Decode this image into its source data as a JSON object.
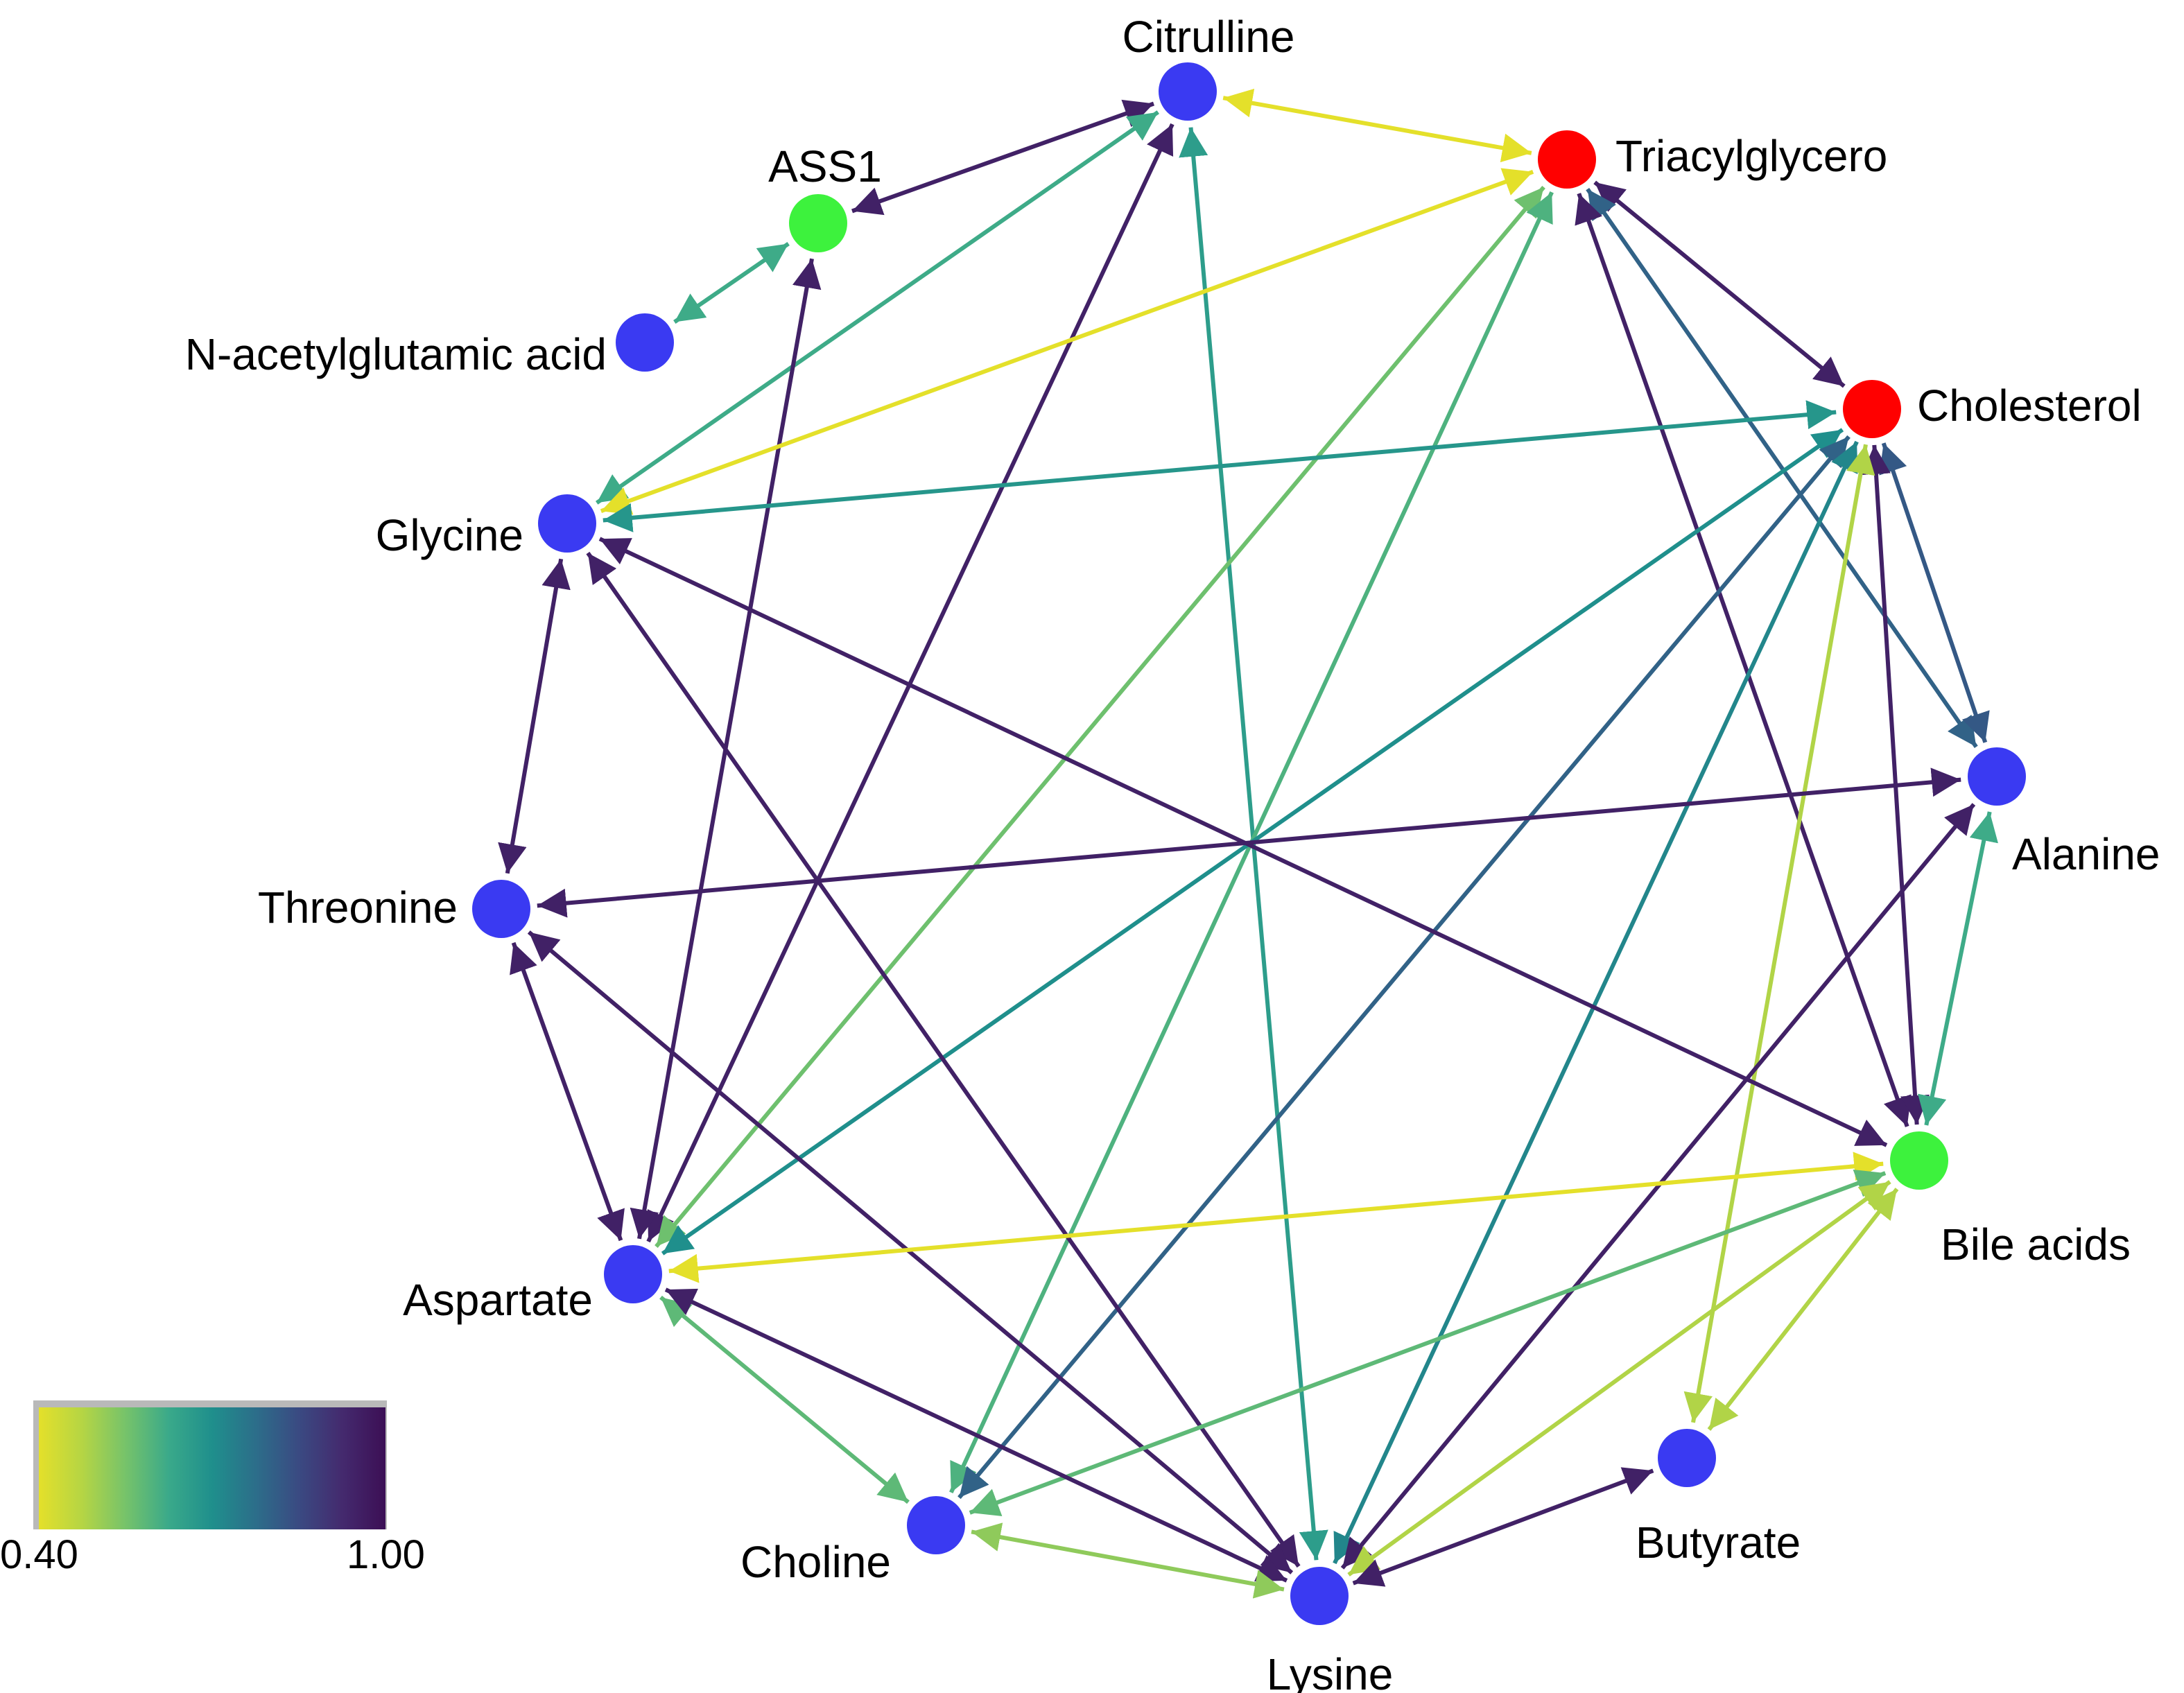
{
  "diagram": {
    "type": "network",
    "nodes": [
      {
        "id": "citrulline",
        "label": "Citrulline",
        "color": "#3a3af2"
      },
      {
        "id": "ass1",
        "label": "ASS1",
        "color": "#3df23d"
      },
      {
        "id": "nag",
        "label": "N-acetylglutamic acid",
        "color": "#3a3af2"
      },
      {
        "id": "triacyl",
        "label": "Triacylglycero",
        "color": "#ff0000"
      },
      {
        "id": "cholesterol",
        "label": "Cholesterol",
        "color": "#ff0000"
      },
      {
        "id": "glycine",
        "label": "Glycine",
        "color": "#3a3af2"
      },
      {
        "id": "threonine",
        "label": "Threonine",
        "color": "#3a3af2"
      },
      {
        "id": "alanine",
        "label": "Alanine",
        "color": "#3a3af2"
      },
      {
        "id": "bile",
        "label": "Bile acids",
        "color": "#3df23d"
      },
      {
        "id": "aspartate",
        "label": "Aspartate",
        "color": "#3a3af2"
      },
      {
        "id": "butyrate",
        "label": "Butyrate",
        "color": "#3a3af2"
      },
      {
        "id": "choline",
        "label": "Choline",
        "color": "#3a3af2"
      },
      {
        "id": "lysine",
        "label": "Lysine",
        "color": "#3a3af2"
      }
    ],
    "edges": [
      {
        "a": "citrulline",
        "b": "ass1",
        "weight": 0.95
      },
      {
        "a": "citrulline",
        "b": "triacyl",
        "weight": 0.4
      },
      {
        "a": "citrulline",
        "b": "glycine",
        "weight": 0.62
      },
      {
        "a": "citrulline",
        "b": "aspartate",
        "weight": 0.95
      },
      {
        "a": "citrulline",
        "b": "lysine",
        "weight": 0.66
      },
      {
        "a": "ass1",
        "b": "nag",
        "weight": 0.62
      },
      {
        "a": "ass1",
        "b": "aspartate",
        "weight": 0.95
      },
      {
        "a": "triacyl",
        "b": "glycine",
        "weight": 0.4
      },
      {
        "a": "triacyl",
        "b": "cholesterol",
        "weight": 0.95
      },
      {
        "a": "triacyl",
        "b": "alanine",
        "weight": 0.8
      },
      {
        "a": "triacyl",
        "b": "bile",
        "weight": 0.95
      },
      {
        "a": "triacyl",
        "b": "aspartate",
        "weight": 0.56
      },
      {
        "a": "triacyl",
        "b": "choline",
        "weight": 0.6
      },
      {
        "a": "cholesterol",
        "b": "glycine",
        "weight": 0.68
      },
      {
        "a": "cholesterol",
        "b": "alanine",
        "weight": 0.82
      },
      {
        "a": "cholesterol",
        "b": "bile",
        "weight": 0.95
      },
      {
        "a": "cholesterol",
        "b": "aspartate",
        "weight": 0.7
      },
      {
        "a": "cholesterol",
        "b": "choline",
        "weight": 0.8
      },
      {
        "a": "cholesterol",
        "b": "lysine",
        "weight": 0.72
      },
      {
        "a": "cholesterol",
        "b": "butyrate",
        "weight": 0.48
      },
      {
        "a": "glycine",
        "b": "threonine",
        "weight": 0.95
      },
      {
        "a": "glycine",
        "b": "bile",
        "weight": 0.95
      },
      {
        "a": "glycine",
        "b": "lysine",
        "weight": 0.95
      },
      {
        "a": "threonine",
        "b": "alanine",
        "weight": 0.95
      },
      {
        "a": "threonine",
        "b": "aspartate",
        "weight": 0.95
      },
      {
        "a": "threonine",
        "b": "lysine",
        "weight": 0.95
      },
      {
        "a": "alanine",
        "b": "bile",
        "weight": 0.62
      },
      {
        "a": "alanine",
        "b": "lysine",
        "weight": 0.95
      },
      {
        "a": "bile",
        "b": "aspartate",
        "weight": 0.4
      },
      {
        "a": "bile",
        "b": "choline",
        "weight": 0.58
      },
      {
        "a": "bile",
        "b": "lysine",
        "weight": 0.48
      },
      {
        "a": "bile",
        "b": "butyrate",
        "weight": 0.48
      },
      {
        "a": "aspartate",
        "b": "choline",
        "weight": 0.58
      },
      {
        "a": "aspartate",
        "b": "lysine",
        "weight": 0.95
      },
      {
        "a": "choline",
        "b": "lysine",
        "weight": 0.52
      },
      {
        "a": "lysine",
        "b": "butyrate",
        "weight": 0.95
      }
    ]
  },
  "legend": {
    "min_label": "0.40",
    "max_label": "1.00",
    "min": 0.4,
    "max": 1.0,
    "colors": [
      "#e4e02a",
      "#b5d544",
      "#76c36a",
      "#3aa98a",
      "#1f8f8c",
      "#2c6e8a",
      "#3a4a82",
      "#442a6e",
      "#3c0f55"
    ]
  }
}
